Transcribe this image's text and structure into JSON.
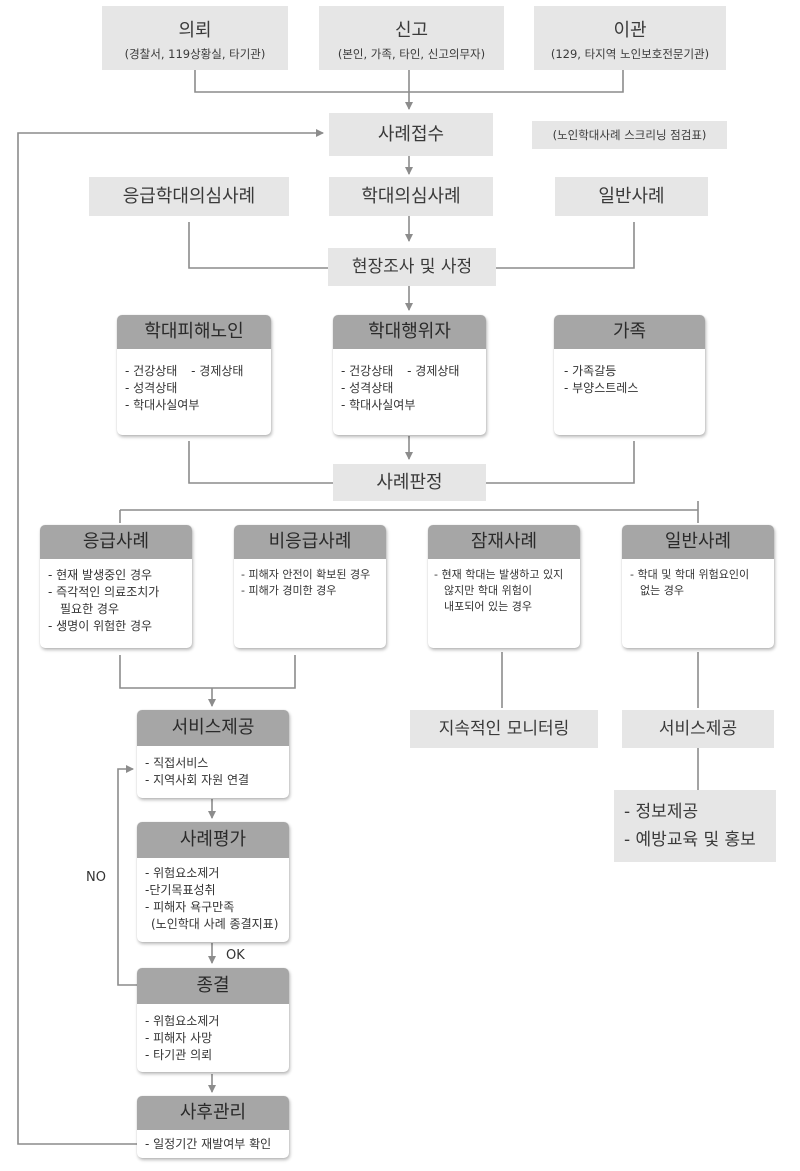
{
  "sources": [
    {
      "title": "의뢰",
      "sub": "(경찰서, 119상황실, 타기관)"
    },
    {
      "title": "신고",
      "sub": "(본인, 가족, 타인, 신고의무자)"
    },
    {
      "title": "이관",
      "sub": "(129, 타지역 노인보호전문기관)"
    }
  ],
  "intake": "사례접수",
  "screening_note": "(노인학대사례 스크리닝 점검표)",
  "suspected": [
    "응급학대의심사례",
    "학대의심사례",
    "일반사례"
  ],
  "investigation": "현장조사 및 사정",
  "assess": [
    {
      "title": "학대피해노인",
      "items": [
        "- 건강상태",
        "- 경제상태",
        "- 성격상태",
        "- 학대사실여부"
      ]
    },
    {
      "title": "학대행위자",
      "items": [
        "- 건강상태",
        "- 경제상태",
        "- 성격상태",
        "- 학대사실여부"
      ]
    },
    {
      "title": "가족",
      "items": [
        "- 가족갈등",
        "- 부양스트레스"
      ]
    }
  ],
  "judgment": "사례판정",
  "cases": [
    {
      "title": "응급사례",
      "items": [
        "- 현재 발생중인 경우",
        "- 즉각적인 의료조치가",
        "필요한 경우",
        "- 생명이 위험한 경우"
      ]
    },
    {
      "title": "비응급사례",
      "items": [
        "- 피해자 안전이 확보된 경우",
        "- 피해가 경미한 경우"
      ]
    },
    {
      "title": "잠재사례",
      "items": [
        "- 현재 학대는 발생하고 있지",
        "않지만 학대 위험이",
        "내포되어 있는 경우"
      ]
    },
    {
      "title": "일반사례",
      "items": [
        "- 학대 및 학대 위험요인이",
        "없는 경우"
      ]
    }
  ],
  "monitoring": "지속적인 모니터링",
  "general_service": {
    "title": "서비스제공",
    "items": [
      "- 정보제공",
      "- 예방교육 및 홍보"
    ]
  },
  "steps": [
    {
      "title": "서비스제공",
      "items": [
        "- 직접서비스",
        "- 지역사회 자원 연결"
      ]
    },
    {
      "title": "사례평가",
      "items": [
        "- 위험요소제거",
        "-단기목표성취",
        "- 피해자 욕구만족",
        "(노인학대 사례 종결지표)"
      ]
    },
    {
      "title": "종결",
      "items": [
        "- 위험요소제거",
        "- 피해자 사망",
        "- 타기관 의뢰"
      ]
    },
    {
      "title": "사후관리",
      "items": [
        "- 일정기간 재발여부 확인"
      ]
    }
  ],
  "labels": {
    "no": "NO",
    "ok": "OK"
  },
  "colors": {
    "light_box": "#e6e6e6",
    "dark_header": "#a6a6a6",
    "line": "#8c8c8c"
  }
}
